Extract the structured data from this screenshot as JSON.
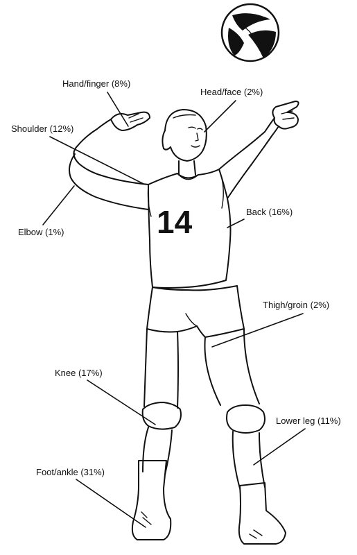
{
  "jersey_number": "14",
  "labels": {
    "hand_finger": "Hand/finger (8%)",
    "head_face": "Head/face (2%)",
    "shoulder": "Shoulder (12%)",
    "back": "Back (16%)",
    "elbow": "Elbow (1%)",
    "thigh_groin": "Thigh/groin (2%)",
    "knee": "Knee (17%)",
    "lower_leg": "Lower leg (11%)",
    "foot_ankle": "Foot/ankle (31%)"
  }
}
